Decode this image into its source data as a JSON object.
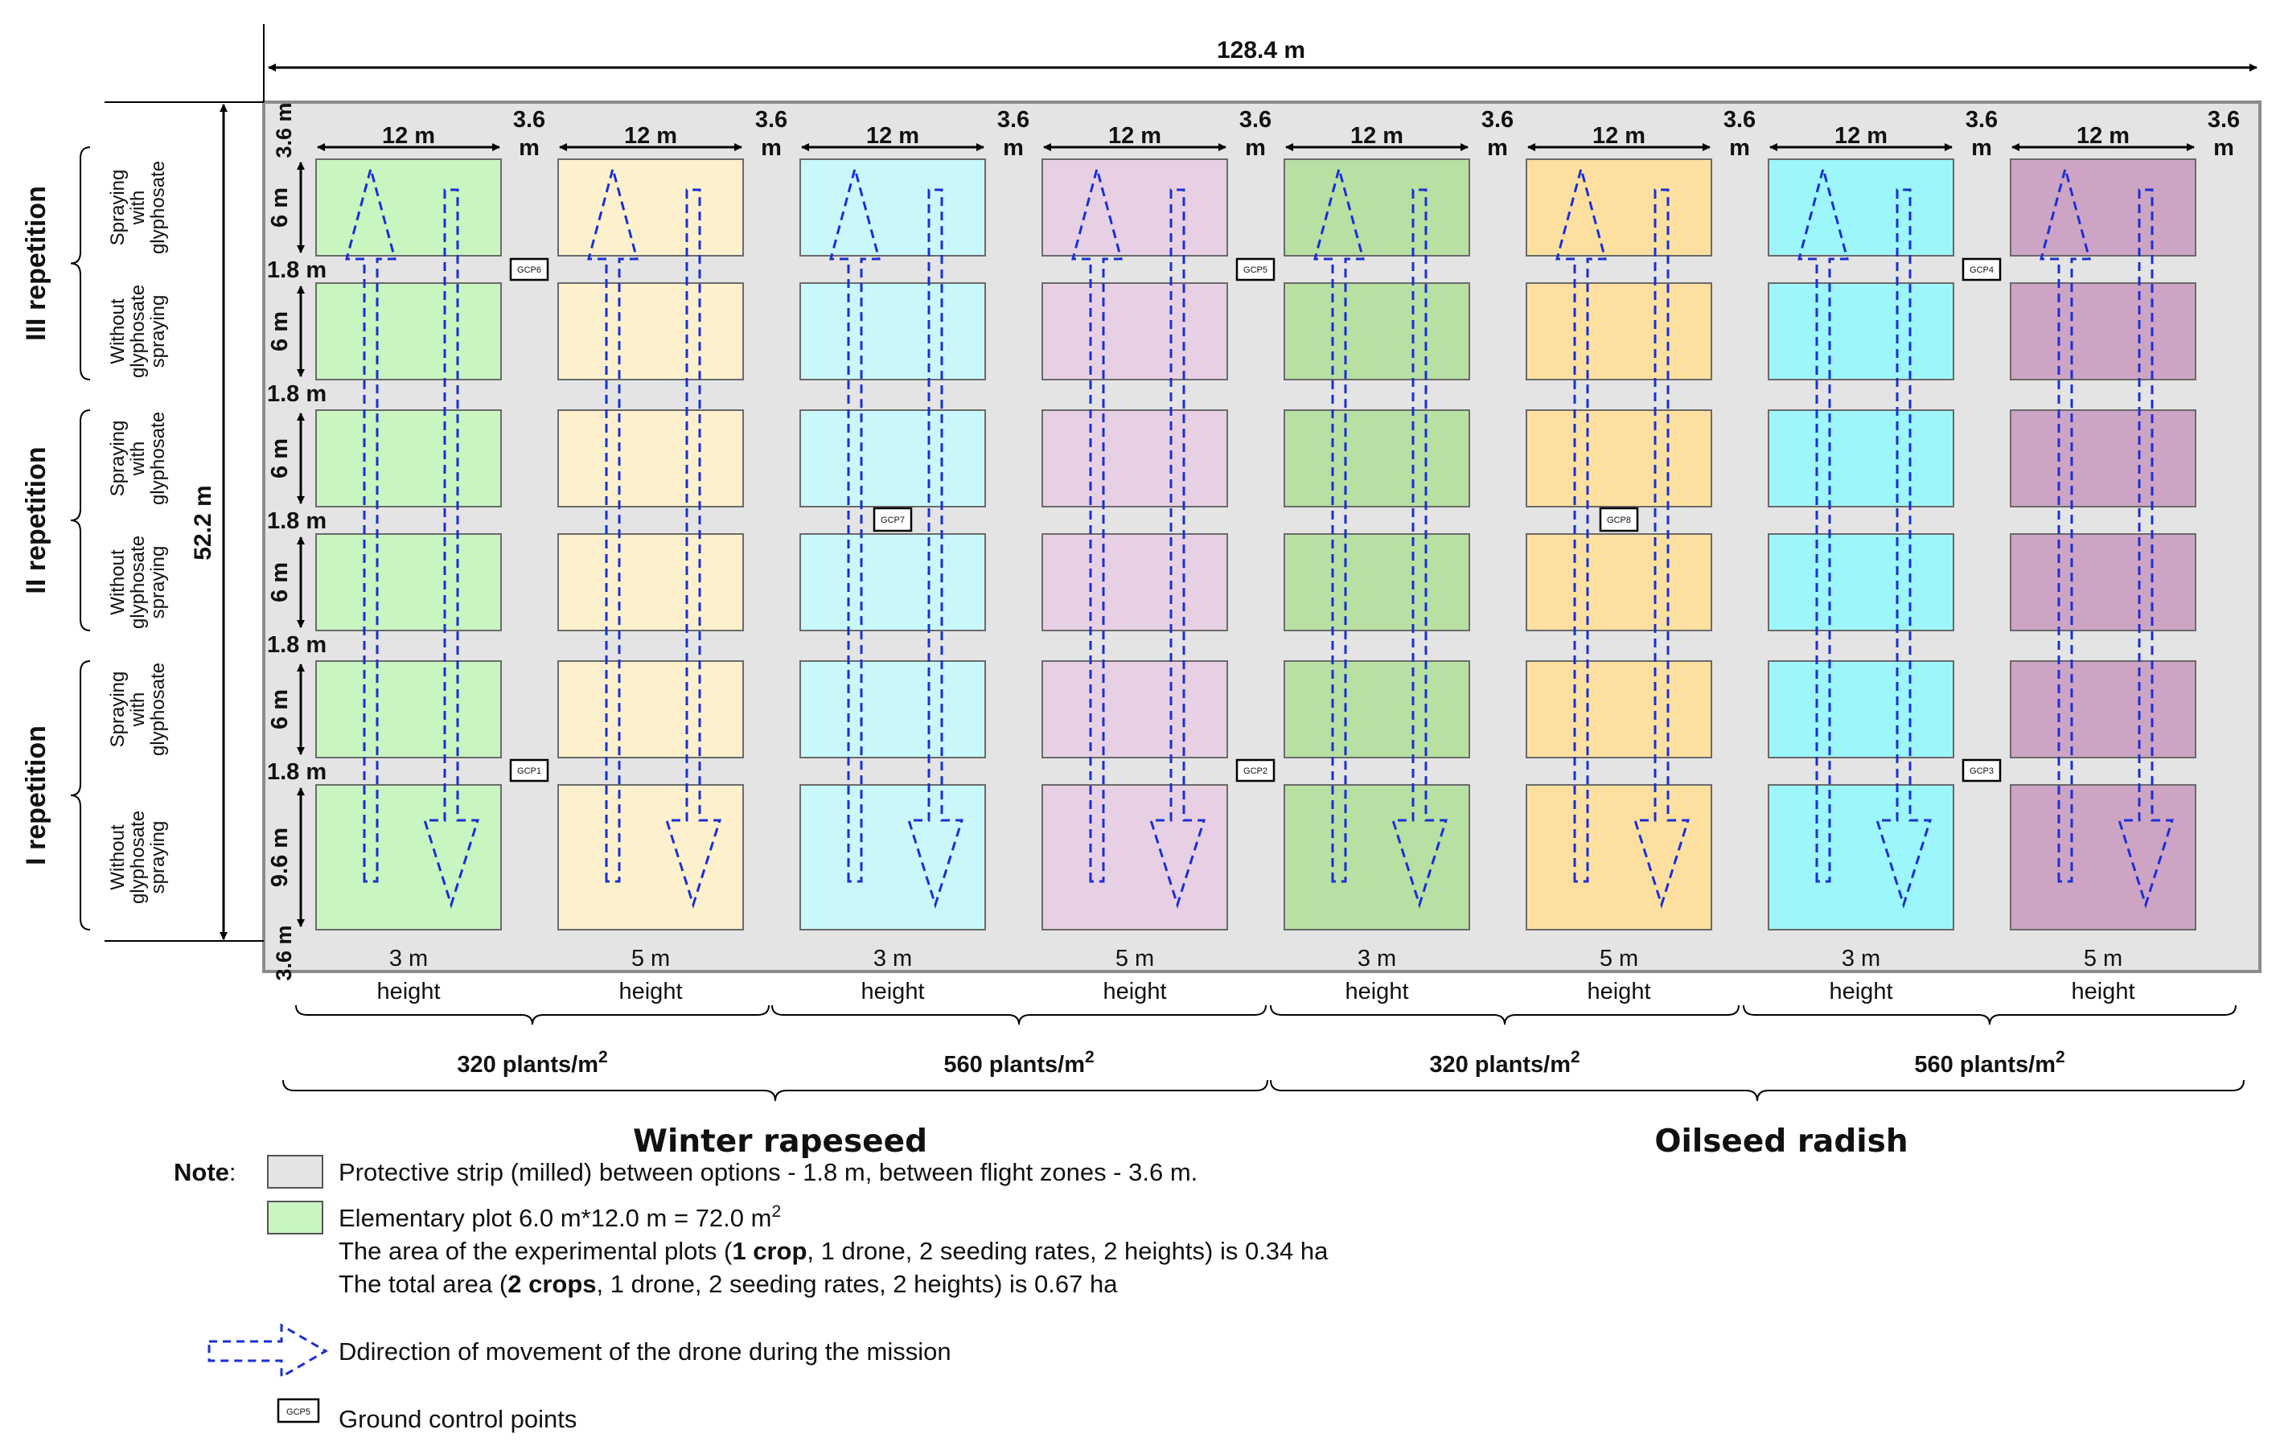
{
  "field": {
    "total_width": "128.4 m",
    "total_height": "52.2 m",
    "gap_x": "3.6 m",
    "gap_x_stack": [
      "3.6",
      "m"
    ],
    "plot_width": "12 m",
    "top_strip": [
      "3.6",
      "m"
    ],
    "bottom_strip": [
      "3.6",
      "m"
    ]
  },
  "repetitions": [
    {
      "label": "III repetition",
      "treatments": [
        [
          "Spraying",
          "with",
          "glyphosate"
        ],
        [
          "Without",
          "glyphosate",
          "spraying"
        ]
      ]
    },
    {
      "label": "II repetition",
      "treatments": [
        [
          "Spraying",
          "with",
          "glyphosate"
        ],
        [
          "Without",
          "glyphosate",
          "spraying"
        ]
      ]
    },
    {
      "label": "I repetition",
      "treatments": [
        [
          "Spraying",
          "with",
          "glyphosate"
        ],
        [
          "Without",
          "glyphosate",
          "spraying"
        ]
      ]
    }
  ],
  "rows": [
    {
      "height_label": "6 m",
      "gap_after": "1.8 m"
    },
    {
      "height_label": "6 m",
      "gap_after": "1.8 m"
    },
    {
      "height_label": "6 m",
      "gap_after": "1.8 m"
    },
    {
      "height_label": "6 m",
      "gap_after": "1.8 m"
    },
    {
      "height_label": "6 m",
      "gap_after": "1.8 m"
    },
    {
      "height_label": "9.6 m",
      "gap_after": ""
    }
  ],
  "columns": [
    {
      "height": "3 m",
      "color": "#c8f5c0",
      "gcp_top": "GCP6",
      "gcp_bottom": "GCP1"
    },
    {
      "height": "5 m",
      "color": "#fdf1cd",
      "gcp_top": "",
      "gcp_bottom": ""
    },
    {
      "height": "3 m",
      "color": "#c9f8fb",
      "gcp_top": "",
      "gcp_bottom": ""
    },
    {
      "height": "5 m",
      "color": "#e8d0e4",
      "gcp_top": "GCP5",
      "gcp_bottom": "GCP2"
    },
    {
      "height": "3 m",
      "color": "#b7e0a2",
      "gcp_top": "",
      "gcp_bottom": ""
    },
    {
      "height": "5 m",
      "color": "#fde0a0",
      "gcp_top": "",
      "gcp_bottom": ""
    },
    {
      "height": "3 m",
      "color": "#9cf6fb",
      "gcp_top": "GCP4",
      "gcp_bottom": "GCP3"
    },
    {
      "height": "5 m",
      "color": "#cda4c4",
      "gcp_top": "",
      "gcp_bottom": ""
    }
  ],
  "height_word": "height",
  "middle_gcps": [
    "GCP7",
    "GCP8"
  ],
  "seeding_rates": [
    {
      "label": "320 plants/m",
      "sup": "2"
    },
    {
      "label": "560 plants/m",
      "sup": "2"
    },
    {
      "label": "320 plants/m",
      "sup": "2"
    },
    {
      "label": "560 plants/m",
      "sup": "2"
    }
  ],
  "crops": [
    "Winter rapeseed",
    "Oilseed radish"
  ],
  "legend": {
    "note": "Note",
    "colon": ":",
    "strip": "Protective strip (milled) between options - 1.8 m, between flight zones - 3.6 m.",
    "plot": "Elementary plot 6.0 m*12.0 m = 72.0 m",
    "plot_sup": "2",
    "area1_a": "The area of the experimental plots (",
    "area1_b": "1 crop",
    "area1_c": ", 1 drone, 2 seeding rates, 2 heights) is 0.34 ha",
    "area2_a": "The total area (",
    "area2_b": "2 crops",
    "area2_c": ", 1 drone, 2 seeding rates, 2 heights) is 0.67 ha",
    "drone": "Ddirection of movement of the drone during the mission",
    "gcp_sample": "GCP5",
    "gcp": "Ground control points"
  },
  "colors": {
    "strip": "#e4e4e4",
    "drone_path": "#1a2fd6",
    "legend_plot": "#c8f5c0"
  }
}
